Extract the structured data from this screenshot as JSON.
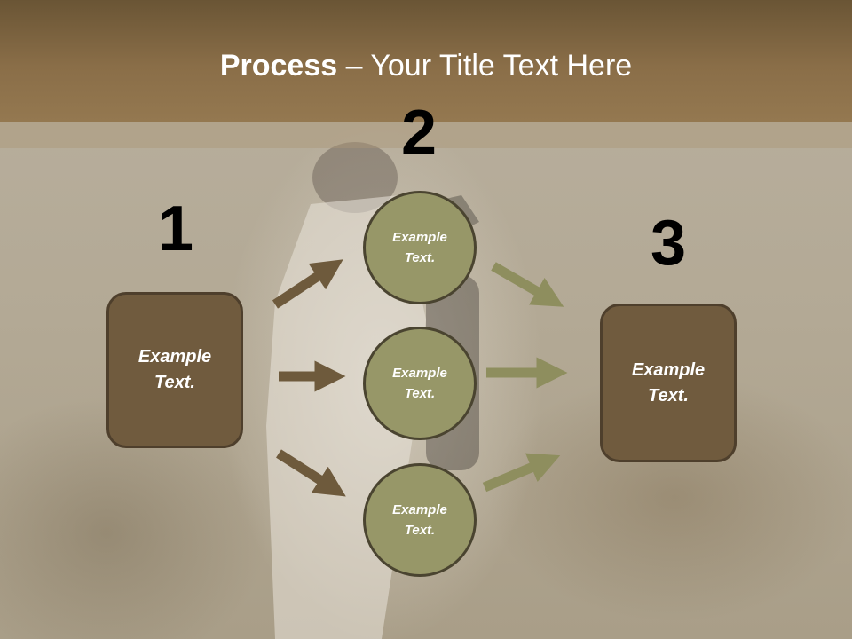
{
  "slide": {
    "title_bold": "Process",
    "title_rest": " – Your Title Text Here"
  },
  "steps": [
    {
      "number": "1"
    },
    {
      "number": "2"
    },
    {
      "number": "3"
    }
  ],
  "left_box": {
    "text": "Example Text."
  },
  "circles": [
    {
      "text": "Example Text."
    },
    {
      "text": "Example Text."
    },
    {
      "text": "Example Text."
    }
  ],
  "right_box": {
    "text": "Example Text."
  },
  "colors": {
    "header": "#8a6e48",
    "box_fill": "#705b3e",
    "circle_fill": "#979768",
    "left_arrow": "#6e5a3c",
    "right_arrow": "#8e8e5e"
  }
}
